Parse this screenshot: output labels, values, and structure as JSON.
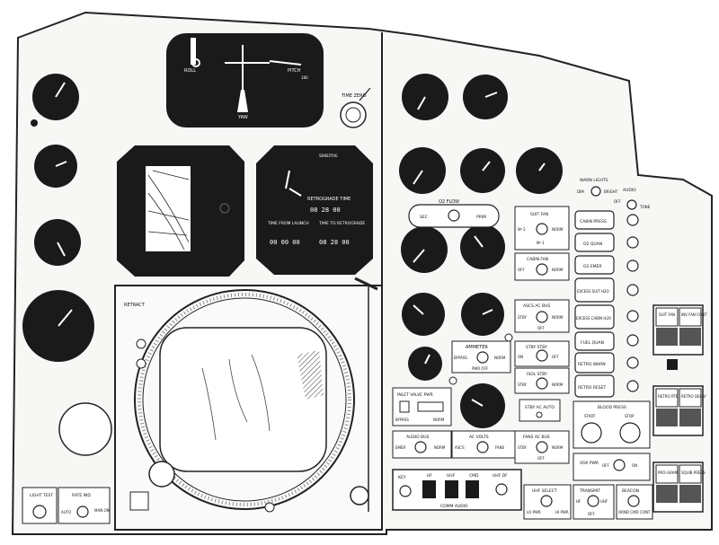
{
  "attitude": {
    "roll": "ROLL",
    "pitch": "PITCH",
    "pitch_scale": "180",
    "yaw": "YAW"
  },
  "time_zero": "TIME ZERO",
  "clock": {
    "sensitive": "SENSITIVE",
    "retrograde_time": "RETROGRADE TIME",
    "retro_digits": "08 28 00",
    "time_from_launch": "TIME FROM LAUNCH",
    "time_to_retrograde": "TIME TO RETROGRADE",
    "launch_digits": "00 00 00",
    "retro_to_digits": "08 28 00"
  },
  "periscope": {
    "retract": "RETRACT"
  },
  "o2_flow": {
    "title": "O2 FLOW",
    "sec": "SEC",
    "prim": "PRIM"
  },
  "suit_fan": {
    "title": "SUIT FAN",
    "no2": "Nº 2",
    "norm": "NORM",
    "no1": "Nº 1"
  },
  "cabin_fan": {
    "title": "CABIN FAN",
    "off": "OFF",
    "norm": "NORM"
  },
  "ascs_ac_bus": {
    "title": "ASCS AC BUS",
    "stby": "STBY",
    "norm": "NORM",
    "off": "OFF"
  },
  "ammeter": {
    "title": "AMMETER",
    "bypass": "BYPASS",
    "norm": "NORM",
    "pwr_off": "PWR OFF"
  },
  "stby_stby": {
    "title": "STBY STBY",
    "on": "ON",
    "off": "OFF"
  },
  "isol_stby": {
    "title": "ISOL STBY",
    "stby": "STBY",
    "norm": "NORM"
  },
  "inlet_valve": {
    "title": "INLET VALVE PWR",
    "bypass": "BYPASS",
    "norm": "NORM"
  },
  "stby_ac_auto": "STBY AC AUTO",
  "audio_bus": {
    "title": "AUDIO BUS",
    "emer": "EMER",
    "norm": "NORM"
  },
  "ac_volts": {
    "title": "AC VOLTS",
    "ascs": "ASCS",
    "fans": "FANS"
  },
  "fans_ac_bus": {
    "title": "FANS AC BUS",
    "stby": "STBY",
    "norm": "NORM",
    "off": "OFF"
  },
  "warn_lights": {
    "title": "WARN LIGHTS",
    "dim": "DIM",
    "bright": "BRIGHT",
    "audio": "AUDIO",
    "off": "OFF",
    "tone": "TONE"
  },
  "warnings": [
    "CABIN PRESS",
    "O2 QUAN",
    "O2 EMER",
    "EXCESS SUIT H2O",
    "EXCESS CABIN H2O",
    "FUEL QUAN",
    "RETRO WARN",
    "RETRO RESET"
  ],
  "blood_press": {
    "title": "BLOOD PRESS",
    "start": "START",
    "stop": "STOP"
  },
  "vox_pwr": {
    "title": "VOX PWR",
    "off": "OFF",
    "on": "ON"
  },
  "annunciators": [
    "SUIT FAN",
    "INV FAN CONT",
    "RETRO RTE",
    "RETRO DELAY",
    "PRO-GRAM",
    "SQUIB PRESS"
  ],
  "comm_audio": {
    "title": "COMM AUDIO",
    "key": "KEY",
    "hf": "HF",
    "uhf": "UHF",
    "cmd": "CMD",
    "uhf_df": "UHF DF"
  },
  "uhf_select": {
    "title": "UHF SELECT",
    "lo_pwr": "LO PWR",
    "hi_pwr": "HI PWR"
  },
  "transmit": {
    "title": "TRANSMIT",
    "hf": "HF",
    "uhf": "UHF",
    "off": "OFF"
  },
  "beacon": {
    "title": "BEACON",
    "ornd_cmd": "ORND CMD",
    "cont": "CONT"
  },
  "light_test": "LIGHT TEST",
  "rate_ind": {
    "title": "RATE IND",
    "auto": "AUTO",
    "man_on": "MAN ON"
  }
}
